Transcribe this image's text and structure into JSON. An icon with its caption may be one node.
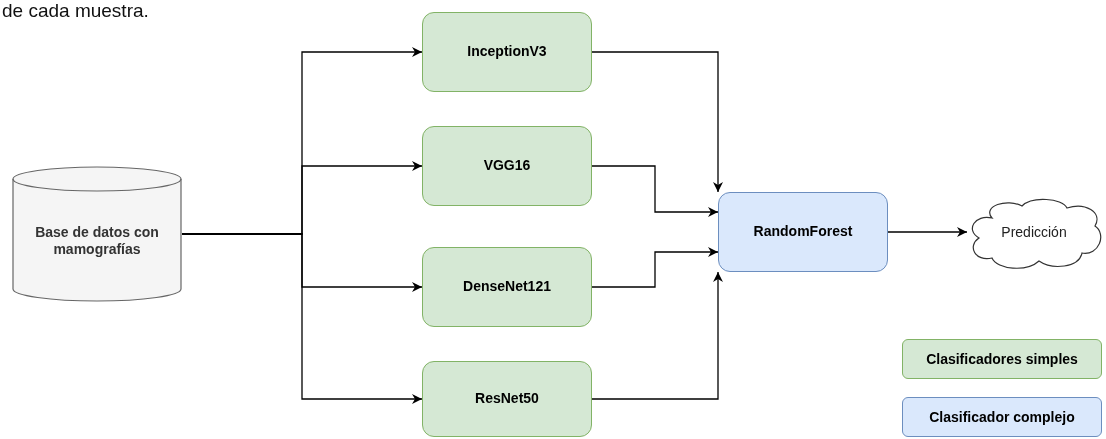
{
  "diagram": {
    "nodes": [
      {
        "text": [
          "Base de datos con mamografías"
        ]
      },
      {
        "text": [
          "InceptionV3"
        ]
      },
      {
        "text": [
          "VGG16"
        ]
      },
      {
        "text": [
          "DenseNet121"
        ]
      },
      {
        "text": [
          "ResNet50"
        ]
      },
      {
        "text": [
          "RandomForest"
        ]
      },
      {
        "text": [
          "Predicción"
        ]
      }
    ],
    "edges": [
      {
        "from": 0,
        "to": 1,
        "arrow": "to"
      },
      {
        "from": 0,
        "to": 2,
        "arrow": "to"
      },
      {
        "from": 0,
        "to": 3,
        "arrow": "to"
      },
      {
        "from": 0,
        "to": 4,
        "arrow": "to"
      },
      {
        "from": 1,
        "to": 5,
        "arrow": "to"
      },
      {
        "from": 2,
        "to": 5,
        "arrow": "to"
      },
      {
        "from": 3,
        "to": 5,
        "arrow": "to"
      },
      {
        "from": 4,
        "to": 5,
        "arrow": "to"
      },
      {
        "from": 5,
        "to": 6,
        "arrow": "to"
      }
    ],
    "labels": [
      "de cada muestra."
    ],
    "legend": [
      {
        "text": "Clasificadores simples",
        "color": "#d5e8d4"
      },
      {
        "text": "Clasificador complejo",
        "color": "#dae8fc"
      }
    ]
  }
}
